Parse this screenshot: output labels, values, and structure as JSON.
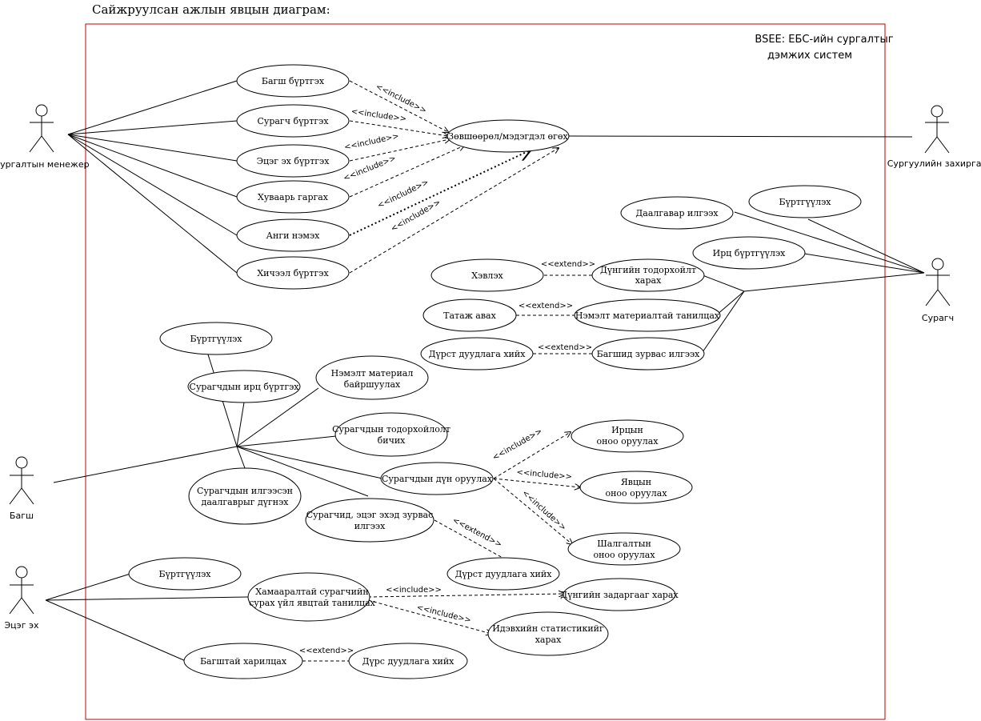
{
  "diagram": {
    "title": "Сайжруулсан ажлын явцын диаграм:",
    "system": {
      "line1": "BSEE: ЕБС-ийн сургалтыг",
      "line2": "дэмжих систем"
    },
    "actors": {
      "manager": "Сургалтын менежер",
      "principal": "Сургуулийн захиргаа",
      "student": "Сурагч",
      "teacher": "Багш",
      "parent": "Эцэг эх"
    },
    "usecases": {
      "m1": "Багш бүртгэх",
      "m2": "Сурагч бүртгэх",
      "m3": "Эцэг эх бүртгэх",
      "m4": "Хуваарь гаргах",
      "m5": "Анги нэмэх",
      "m6": "Хичээл бүртгэх",
      "perm": "Зөвшөөрөл/мэдэгдэл өгөх",
      "s_reg": "Бүртгүүлэх",
      "s_hw": "Даалгавар илгээх",
      "s_att": "Ирц бүртгүүлэх",
      "s_print": "Хэвлэх",
      "s_grade_1": "Дүнгийн тодорхойлт",
      "s_grade_2": "харах",
      "s_dl": "Татаж авах",
      "s_mat": "Нэмэлт материалтай танилцах",
      "s_video": "Дүрст дуудлага хийх",
      "s_msg": "Багшид зурвас илгээх",
      "t_reg": "Бүртгүүлэх",
      "t_att": "Сурагчдын ирц бүртгэх",
      "t_mat_1": "Нэмэлт материал",
      "t_mat_2": "байршуулах",
      "t_char_1": "Сурагчдын тодорхойлолт",
      "t_char_2": "бичих",
      "t_grade": "Сурагчдын дүн оруулах",
      "t_hw_1": "Сурагчдын илгээсэн",
      "t_hw_2": "даалгаврыг дүгнэх",
      "t_msg_1": "Сурагчид, эцэг эхэд зурвас",
      "t_msg_2": "илгээх",
      "t_video": "Дүрст дуудлага хийх",
      "g_att_1": "Ирцын",
      "g_att_2": "оноо оруулах",
      "g_prog_1": "Явцын",
      "g_prog_2": "оноо оруулах",
      "g_exam_1": "Шалгалтын",
      "g_exam_2": "оноо оруулах",
      "p_reg": "Бүртгүүлэх",
      "p_proc_1": "Хамааралтай сурагчийн",
      "p_proc_2": "сурах үйл явцтай танилцах",
      "p_grades": "Дүнгийн задаргааг харах",
      "p_stat_1": "Идэвхийн статистикийг",
      "p_stat_2": "харах",
      "p_comm": "Багштай харилцах",
      "p_video": "Дүрс дуудлага хийх"
    },
    "stereotypes": {
      "include": "<<include>>",
      "extend": "<<extend>>"
    }
  }
}
